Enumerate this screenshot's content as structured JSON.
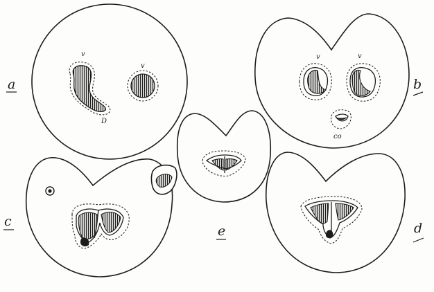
{
  "figures": {
    "a": {
      "label": "a",
      "left_vessel": "v",
      "right_vessel": "v",
      "duct": "D"
    },
    "b": {
      "label": "b",
      "left_vessel": "v",
      "right_vessel": "v",
      "lower_mark": "co"
    },
    "c": {
      "label": "c"
    },
    "d": {
      "label": "d"
    },
    "e": {
      "label": "e"
    }
  },
  "colors": {
    "ink": "#1c1c1c",
    "paper": "#fdfdfb"
  }
}
